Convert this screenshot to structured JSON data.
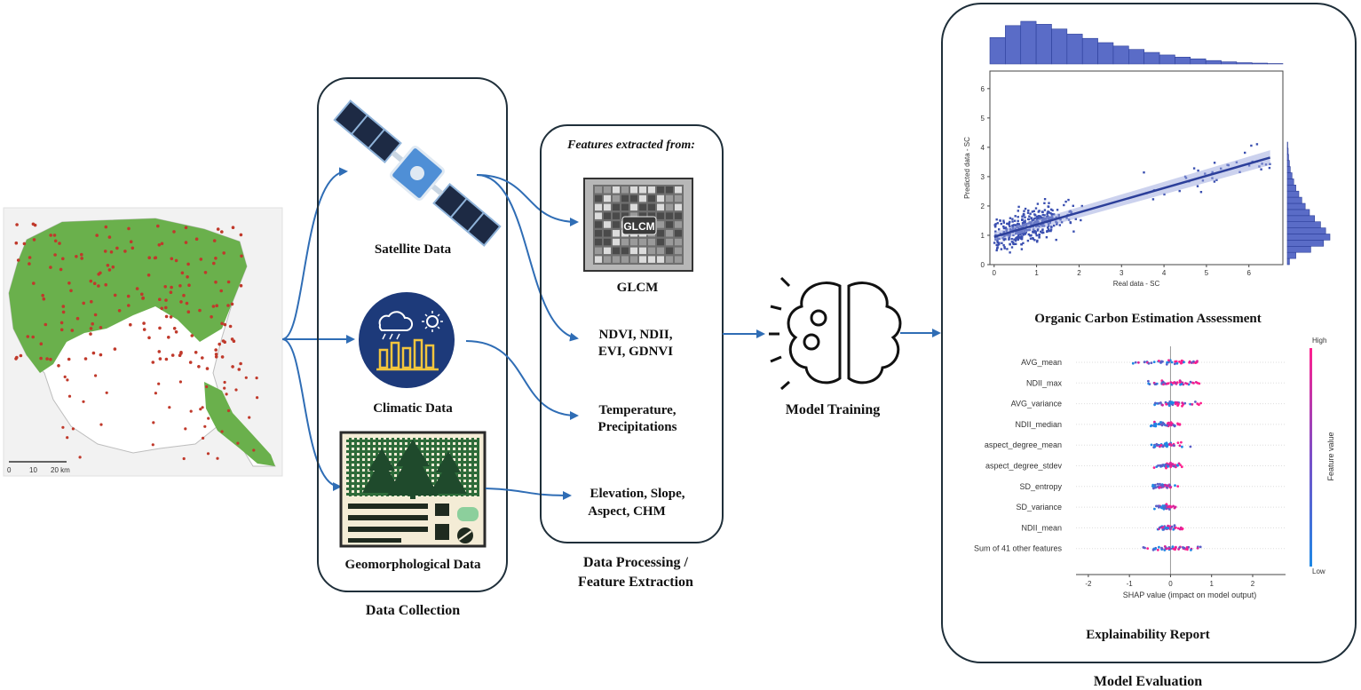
{
  "map": {
    "scale_labels": [
      "0",
      "10",
      "20 km"
    ]
  },
  "data_collection": {
    "title": "Data Collection",
    "items": [
      {
        "label": "Satellite Data",
        "icon": "satellite-icon"
      },
      {
        "label": "Climatic Data",
        "icon": "weather-chart-icon"
      },
      {
        "label": "Geomorphological Data",
        "icon": "forest-map-icon"
      }
    ]
  },
  "processing": {
    "header": "Features extracted from:",
    "title_line1": "Data Processing /",
    "title_line2": "Feature Extraction",
    "glcm_badge": "GLCM",
    "features": [
      {
        "lines": [
          "GLCM"
        ]
      },
      {
        "lines": [
          "NDVI, NDII,",
          "EVI, GDNVI"
        ]
      },
      {
        "lines": [
          "Temperature,",
          "Precipitations"
        ]
      },
      {
        "lines": [
          "Elevation, Slope,",
          "Aspect, CHM"
        ]
      }
    ]
  },
  "training": {
    "label": "Model Training",
    "icon": "brain-gears-icon"
  },
  "evaluation": {
    "title": "Model Evaluation",
    "scatter_caption": "Organic Carbon Estimation Assessment",
    "shap_caption": "Explainability Report"
  },
  "colors": {
    "box_border": "#1f2f3a",
    "arrow": "#2f6db5",
    "map_green": "#6ab04c",
    "scatter_blue": "#3a4fb0",
    "shap_pink": "#ff1f8e",
    "shap_blue": "#1e88e5"
  },
  "chart_data": [
    {
      "type": "scatter",
      "xlabel": "Real data - SC",
      "ylabel": "Predicted data - SC",
      "xlim": [
        -0.1,
        6.8
      ],
      "ylim": [
        0,
        6.6
      ],
      "x_ticks": [
        0,
        1,
        2,
        3,
        4,
        5,
        6
      ],
      "y_ticks": [
        0,
        1,
        2,
        3,
        4,
        5,
        6
      ],
      "regression": {
        "x": [
          0,
          6.5
        ],
        "y": [
          0.95,
          3.65
        ]
      },
      "marginal_x_hist": [
        0.62,
        0.9,
        1.0,
        0.93,
        0.82,
        0.7,
        0.6,
        0.5,
        0.42,
        0.34,
        0.27,
        0.21,
        0.16,
        0.12,
        0.08,
        0.05,
        0.03,
        0.02,
        0.01
      ],
      "marginal_y_hist": [
        0.05,
        0.2,
        0.55,
        0.85,
        1.0,
        0.9,
        0.78,
        0.64,
        0.52,
        0.42,
        0.34,
        0.27,
        0.2,
        0.15,
        0.11,
        0.07,
        0.05,
        0.03,
        0.02,
        0.01
      ]
    },
    {
      "type": "beeswarm",
      "xlabel": "SHAP value (impact on model output)",
      "xlim": [
        -2.3,
        2.8
      ],
      "x_ticks": [
        -2,
        -1,
        0,
        1,
        2
      ],
      "colorbar": {
        "label": "Feature value",
        "high": "High",
        "low": "Low"
      },
      "features": [
        {
          "name": "AVG_mean",
          "spread": 1.6,
          "center": 0.0
        },
        {
          "name": "NDII_max",
          "spread": 1.4,
          "center": 0.05
        },
        {
          "name": "AVG_variance",
          "spread": 1.1,
          "center": 0.1
        },
        {
          "name": "NDII_median",
          "spread": 0.9,
          "center": -0.15
        },
        {
          "name": "aspect_degree_mean",
          "spread": 0.8,
          "center": -0.05
        },
        {
          "name": "aspect_degree_stdev",
          "spread": 0.6,
          "center": -0.1
        },
        {
          "name": "SD_entropy",
          "spread": 0.45,
          "center": -0.2
        },
        {
          "name": "SD_variance",
          "spread": 0.4,
          "center": -0.1
        },
        {
          "name": "NDII_mean",
          "spread": 0.55,
          "center": -0.05
        },
        {
          "name": "Sum of 41 other features",
          "spread": 1.2,
          "center": 0.0
        }
      ]
    }
  ]
}
